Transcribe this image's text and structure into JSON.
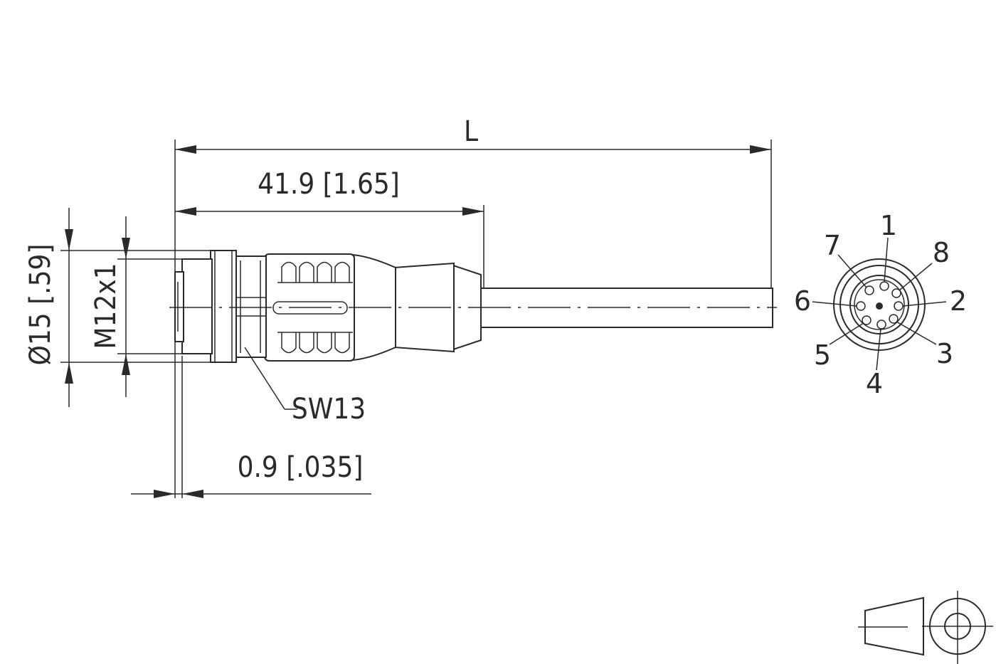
{
  "dimensions": {
    "overall_length": "L",
    "body_length": "41.9 [1.65]",
    "thread_depth": "0.9 [.035]",
    "outer_diameter": "Ø15 [.59]",
    "thread": "M12x1",
    "wrench_size": "SW13"
  },
  "pin_labels": [
    "1",
    "2",
    "3",
    "4",
    "5",
    "6",
    "7",
    "8"
  ],
  "projection_symbol": "third-angle-projection-icon"
}
